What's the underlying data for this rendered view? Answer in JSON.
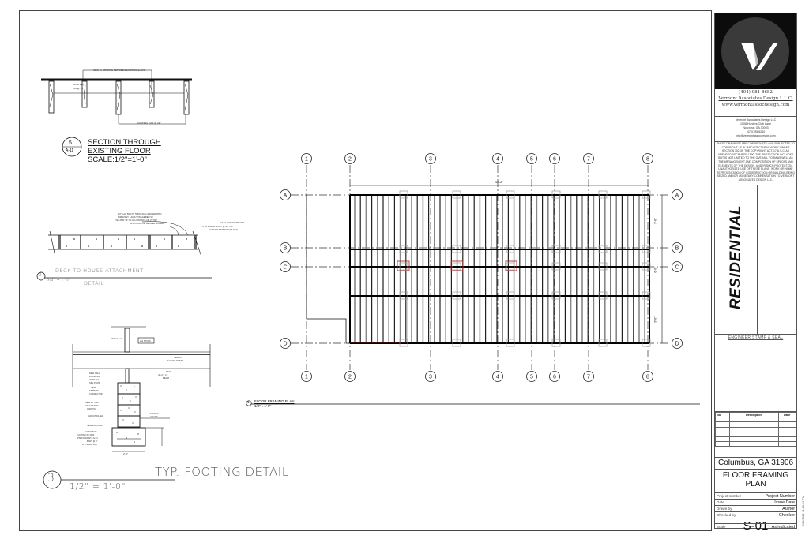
{
  "sheet": {
    "frame_color": "#444444",
    "accent_red": "#b03030"
  },
  "logo": {
    "icon": "v-check-logo-icon",
    "phone": "--(404) 981-8682--",
    "company": "Vermont Associates Design L.L.C.",
    "website": "www.vermontassocdesign.com"
  },
  "address": {
    "lines": [
      "Vermont Associates Design LLC",
      "1508 Hunters Club Lane",
      "Norcross, GA 30093",
      "(470)795-6210",
      "info@vermontassocdesign.com"
    ]
  },
  "copyright": {
    "text": "THESE DRAWINGS ARE COPYRIGHTED AND SUBJECTED TO COPYRIGHT AS IN \"ARCHITECTURAL WORK\" UNDER SECTION 102 OF THE COPYRIGHT ACT, 17 U.S.C. AS AMENDED DECEMBER 1990. THE PROTECTION INCLUDES BUT IS NOT LIMITED TO THE OVERALL FORM AS WELL AS THE ARRANGEMENT AND COMPOSITION OF SPACES AND ELEMENTS OF THE DESIGN. UNDER SUCH PROTECTION, UNAUTHORIZED USE OF THESE PLANS, WORK OR HOME REPRESENTATION OF CONSTRUCTION OR BUILDING BEING SEIZED AND/OR MONETARY COMPENSATION TO VERMONT ASSOCIATES DESIGN LLC."
  },
  "project_type": "RESIDENTIAL",
  "stamp_label": "ENGINEER STAMP & SEAL",
  "revisions": {
    "headers": [
      "No.",
      "Description",
      "Date"
    ],
    "rows": [
      [
        "",
        "",
        ""
      ],
      [
        "",
        "",
        ""
      ],
      [
        "",
        "",
        ""
      ],
      [
        "",
        "",
        ""
      ],
      [
        "",
        "",
        ""
      ],
      [
        "",
        "",
        ""
      ]
    ]
  },
  "location": "Columbus, GA 31906",
  "sheet_title_line1": "FLOOR FRAMING",
  "sheet_title_line2": "PLAN",
  "meta": {
    "project_number_label": "Project number",
    "project_number": "Project Number",
    "date_label": "Date",
    "date": "Issue Date",
    "drawn_by_label": "Drawn by",
    "drawn_by": "Author",
    "checked_by_label": "Checked by",
    "checked_by": "Checker",
    "scale_label": "Scale",
    "scale": "As indicated"
  },
  "sheet_number": "S-01",
  "side_timestamp": "8/30/2021 11:25:09 PM",
  "details": {
    "section": {
      "number": "5",
      "ref": "A-11",
      "title1": "SECTION THROUGH",
      "title2": "EXISTING FLOOR",
      "scale": "SCALE:1/2\"=1'-0\"",
      "note_top": "NEW 2x SPACING BETWEEN EXISTING 2x10'S",
      "note_left": "EXISTING 2x4 @ 16\"",
      "note_bottom": "EXISTING 2x12 @ 24\""
    },
    "deck": {
      "number": "2",
      "title1": "DECK TO HOUSE ATTACHMENT",
      "title2": "DETAIL",
      "scale": "3/4\" = 1'-0\"",
      "note1": "1/2\" LAG BOLTS THROUGH LEDGER INTO",
      "note2": "RIM JOIST. LAGS STAGGERED W/",
      "note3": "2 EA PER 16\" W/ ALLOWANCE OF 2\" TOP",
      "note4": "& BOTTOM OF LEDGER BOARD",
      "note5": "2 X 10 LEDGER BOARD",
      "note6": "2 X 10 FLOOR JOIST @ 16\" OC",
      "note7": "HANGER SIMPSON (HU210)"
    },
    "footing": {
      "number": "3",
      "title": "TYP. FOOTING DETAIL",
      "scale": "1/2\" = 1'-0\"",
      "notes": [
        "NEW 4 X 4 (JACK)",
        "NEW 2 X FLOOR JOISTS",
        "NEW (2) 2 X 12 BEAM",
        "NEW GALV. FLASHING OVER 2x4 SILL PLATE",
        "NEW SIMPSON CONNECTOR",
        "NEW 16\" X 16\" CMU PIER W/ 3000 PSI",
        "GROUT FILLED",
        "NEW 4X4 CONCRETE",
        "CONCRETE FOOTING W/ 3000 PSI CONCRETE & #4",
        "BARS @ 6\" O.C. EACH WAY",
        "EXISTING GRADE",
        "2'-0\""
      ]
    },
    "plan": {
      "number": "1",
      "title": "FLOOR FRAMING PLAN",
      "scale": "1/4\" = 1'-0\"",
      "overall_dim": "32'-8\"",
      "grid_columns": [
        "1",
        "2",
        "3",
        "4",
        "5",
        "6",
        "7",
        "8"
      ],
      "grid_rows": [
        "A",
        "B",
        "C",
        "D"
      ],
      "dims_right": [
        "9'-6\"",
        "6'-0\"",
        "9'-6\""
      ]
    }
  }
}
